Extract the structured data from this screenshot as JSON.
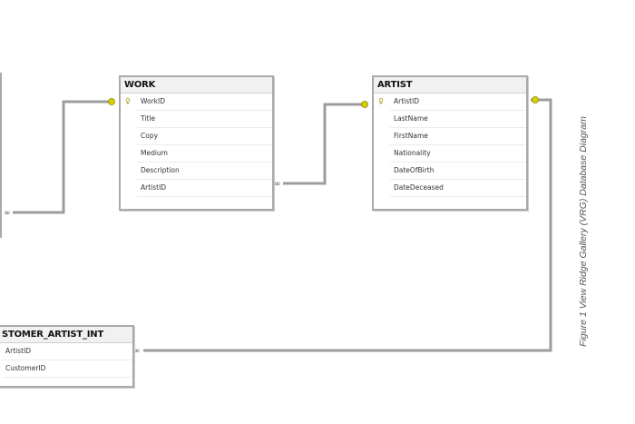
{
  "tables": {
    "work": {
      "title": "WORK",
      "columns": [
        "WorkID",
        "Title",
        "Copy",
        "Medium",
        "Description",
        "ArtistID"
      ],
      "primary_key": "WorkID"
    },
    "artist": {
      "title": "ARTIST",
      "columns": [
        "ArtistID",
        "LastName",
        "FirstName",
        "Nationality",
        "DateOfBirth",
        "DateDeceased"
      ],
      "primary_key": "ArtistID"
    },
    "customer_artist_int": {
      "title": "STOMER_ARTIST_INT",
      "columns": [
        "ArtistID",
        "CustomerID"
      ]
    }
  },
  "caption": "Figure 1 View Ridge Gallery (VRG) Database Diagram",
  "colors": {
    "line": "#a0a0a0",
    "key": "#c8c000",
    "border": "#a9a9a9"
  },
  "icons": {
    "primary_key": "key-icon",
    "many_end": "infinity-icon",
    "one_end": "key-icon"
  }
}
